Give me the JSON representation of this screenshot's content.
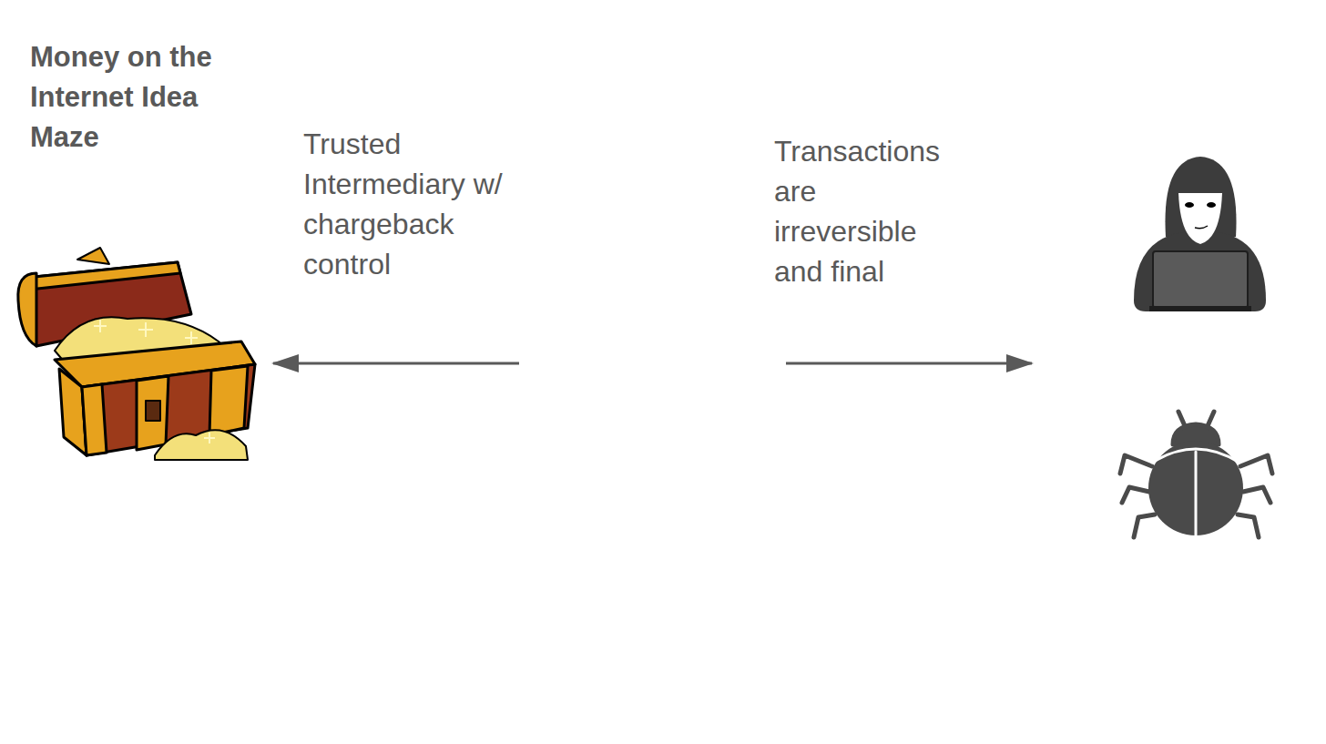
{
  "diagram": {
    "title": "Money on the Internet Idea Maze",
    "labels": [
      "Trusted Intermediary w/ chargeback control",
      "Transactions are irreversible and final"
    ]
  }
}
